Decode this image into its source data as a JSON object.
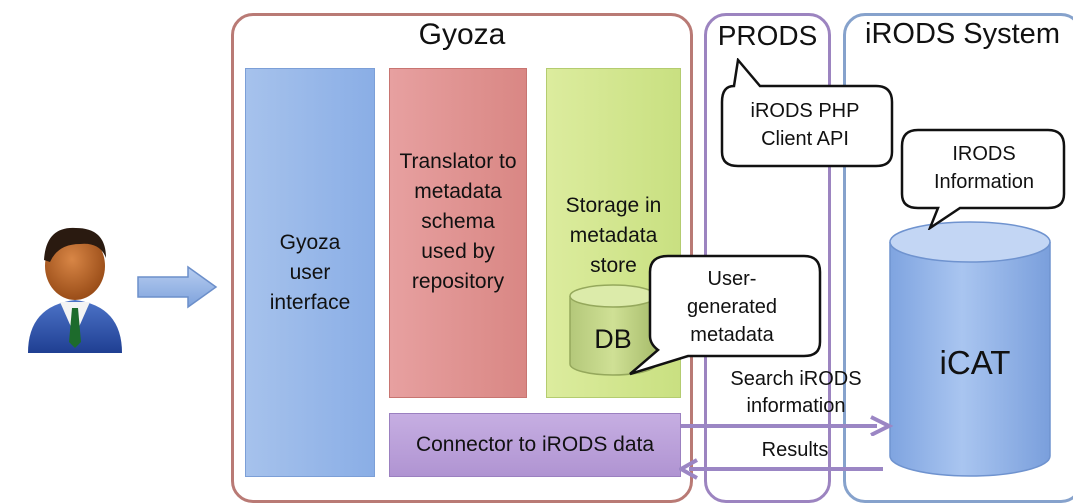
{
  "frames": {
    "gyoza": "Gyoza",
    "prods": "PRODS",
    "irods": "iRODS System"
  },
  "components": {
    "ui": "Gyoza user interface",
    "translator": "Translator to metadata schema used by repository",
    "storage": "Storage in metadata store",
    "db": "DB",
    "connector": "Connector to iRODS data",
    "icat": "iCAT"
  },
  "callouts": {
    "php_api": "iRODS PHP Client API",
    "irods_info": "IRODS Information",
    "user_metadata": "User-generated metadata"
  },
  "arrows": {
    "search": "Search iRODS information",
    "results": "Results"
  },
  "icons": {
    "user": "user-icon",
    "arrow": "right-arrow-icon",
    "db": "database-icon",
    "icat": "database-icon"
  },
  "colors": {
    "gyoza_border": "#b97a75",
    "prods_border": "#9c84c0",
    "irods_border": "#86a2cc",
    "ui": "#95b6e9",
    "translator": "#de8f8c",
    "storage": "#d1e58c",
    "connector": "#ba9fd9",
    "icat": "#98b8ea",
    "flow_arrow": "#9b86c4"
  }
}
